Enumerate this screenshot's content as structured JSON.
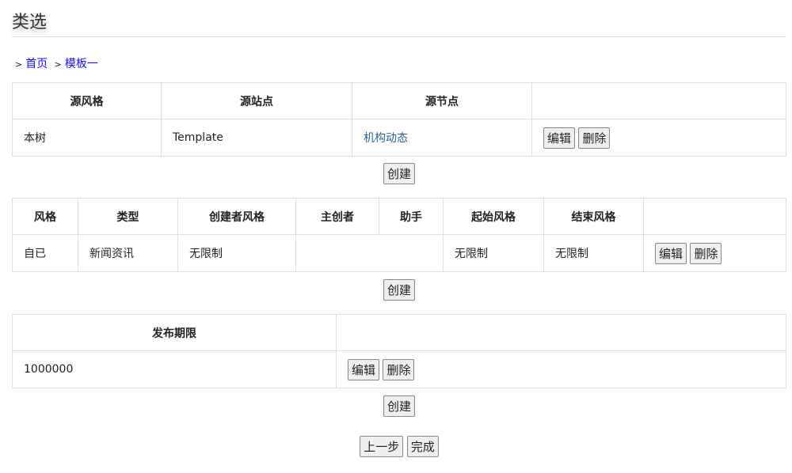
{
  "title": "类选",
  "breadcrumb": {
    "sep": ">",
    "items": [
      "首页",
      "模板一"
    ]
  },
  "table1": {
    "headers": [
      "源风格",
      "源站点",
      "源节点",
      ""
    ],
    "row": [
      "本树",
      "Template",
      "机构动态"
    ]
  },
  "table2": {
    "headers": [
      "风格",
      "类型",
      "创建者风格",
      "主创者",
      "助手",
      "起始风格",
      "结束风格",
      ""
    ],
    "row": [
      "自已",
      "新闻资讯",
      "无限制",
      "",
      "",
      "无限制",
      "无限制"
    ]
  },
  "table3": {
    "headers": [
      "发布期限",
      ""
    ],
    "row": [
      "1000000"
    ]
  },
  "actions": {
    "edit": "编辑",
    "delete": "删除",
    "create": "创建",
    "prev": "上一步",
    "finish": "完成"
  }
}
